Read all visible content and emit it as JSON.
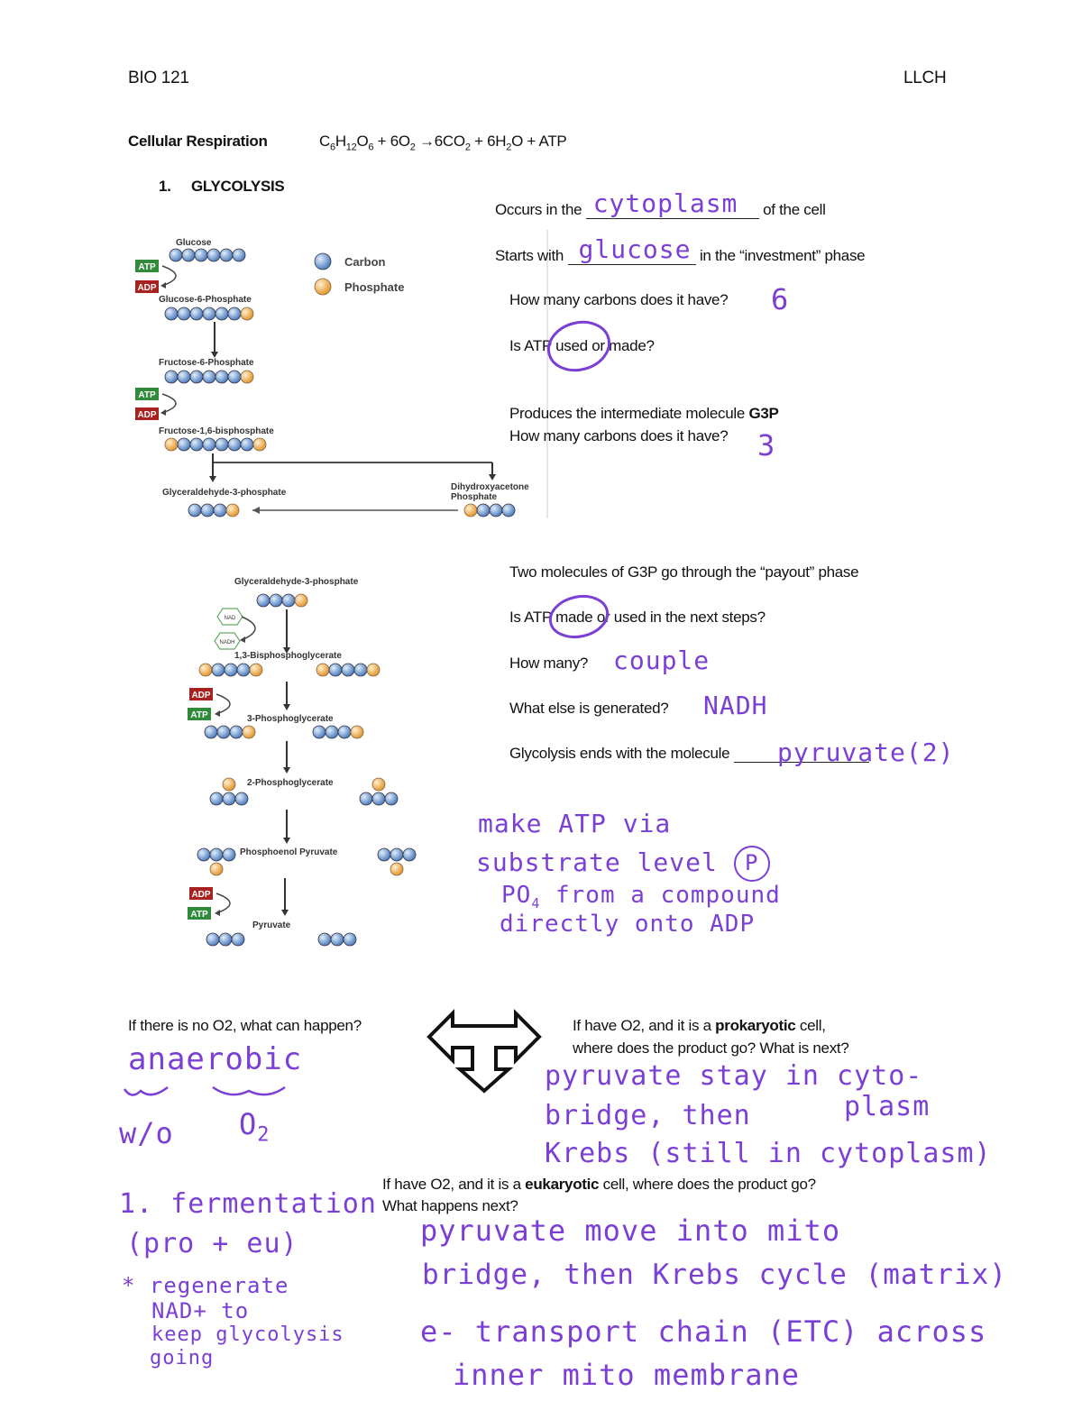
{
  "header": {
    "course": "BIO 121",
    "initials": "LLCH"
  },
  "equation": {
    "label": "Cellular Respiration",
    "glucose": "C6H12O6",
    "glucose_parts": [
      "C",
      "6",
      "H",
      "12",
      "O",
      "6"
    ],
    "o2": "+ 6O",
    "o2_sub": "2",
    "arrow": "→",
    "co2": "6CO",
    "co2_sub": "2",
    "h2o_prefix": " + 6H",
    "h2o_sub": "2",
    "h2o_suffix": "O + ",
    "atp": "ATP"
  },
  "section1": {
    "number": "1.",
    "title": "GLYCOLYSIS"
  },
  "legend": {
    "carbon": "Carbon",
    "phosphate": "Phosphate"
  },
  "diagram1": {
    "glucose": "Glucose",
    "g6p": "Glucose-6-Phosphate",
    "f6p": "Fructose-6-Phosphate",
    "f16bp": "Fructose-1,6-bisphosphate",
    "gap": "Glyceraldehyde-3-phosphate",
    "dhap_line1": "Dihydroxyacetone",
    "dhap_line2": "Phosphate",
    "atp": "ATP",
    "adp": "ADP"
  },
  "diagram2": {
    "gap": "Glyceraldehyde-3-phosphate",
    "nad": "NAD",
    "nadh": "NADH",
    "bpg": "1,3-Bisphosphoglycerate",
    "pg3": "3-Phosphoglycerate",
    "pg2": "2-Phosphoglycerate",
    "pep": "Phosphoenol Pyruvate",
    "pyruvate": "Pyruvate",
    "atp": "ATP",
    "adp": "ADP"
  },
  "questions1": {
    "occurs_pre": "Occurs in the",
    "occurs_ans": "cytoplasm",
    "occurs_post": "of the cell",
    "starts_pre": "Starts with",
    "starts_ans": "glucose",
    "starts_post": "in the “investment” phase",
    "carbons_q": "How many carbons does it have?",
    "carbons_ans": "6",
    "atp_q": "Is ATP used or made?",
    "g3p_pre": "Produces the intermediate molecule ",
    "g3p_bold": "G3P",
    "carbons2_q": "How many carbons does it have?",
    "carbons2_ans": "3"
  },
  "questions2": {
    "payout": "Two molecules of G3P go through the “payout” phase",
    "atp_q": "Is ATP made or used in the next steps?",
    "howmany_q": "How many?",
    "howmany_ans": "couple",
    "else_q": "What else is generated?",
    "else_ans": "NADH",
    "ends_q": "Glycolysis ends with the molecule",
    "ends_ans": "pyruvate(2)"
  },
  "note_substrate": {
    "line1": "make ATP via",
    "line2": "substrate level",
    "circled": "P",
    "line3a": "PO",
    "line3_sub": "4",
    "line3b": " from a compound",
    "line4": "directly onto ADP"
  },
  "no_o2": {
    "q": "If there is no O2, what can happen?",
    "ans1": "anaerobic",
    "ans2a": "w/o",
    "ans2b": "O",
    "ans2_sub": "2",
    "f1": "1. fermentation",
    "f2": "(pro + eu)",
    "f3": "* regenerate",
    "f4": "NAD+ to",
    "f5": "keep glycolysis",
    "f6": "going"
  },
  "prokaryotic": {
    "q_pre": "If have O2, and it is a ",
    "q_bold": "prokaryotic",
    "q_post": " cell,",
    "q_line2": "where does the product go? What is next?",
    "a1": "pyruvate stay in cyto-",
    "a2": "bridge, then",
    "a2b": "plasm",
    "a3": "Krebs (still in cytoplasm)"
  },
  "eukaryotic": {
    "q_pre": "If have O2, and it is a ",
    "q_bold": "eukaryotic",
    "q_post": " cell, where does the product go?",
    "q_line2": "What happens next?",
    "a1": "pyruvate move into mito",
    "a2": "bridge, then Krebs cycle (matrix)",
    "a3": "e- transport chain (ETC) across",
    "a4": "inner mito membrane"
  },
  "colors": {
    "ink": "#7b3fd6",
    "carbon": "#6f9fd8",
    "phosphate": "#f2b45a",
    "atp": "#2f8a3a",
    "adp": "#a8211f"
  }
}
